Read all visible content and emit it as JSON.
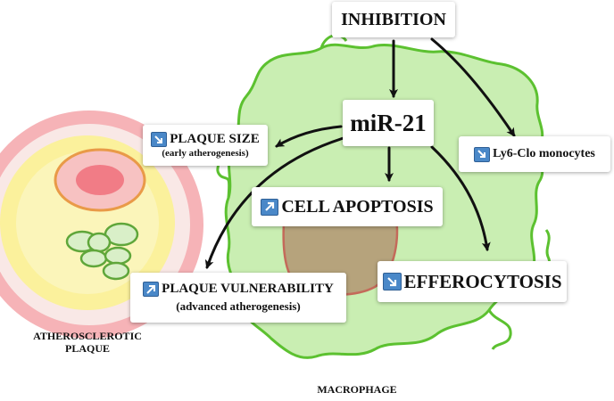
{
  "nodes": {
    "inhibition": {
      "label": "INHIBITION"
    },
    "mir21": {
      "label": "miR-21"
    },
    "plaque_size": {
      "indicator": "arrow-down-right-icon",
      "label": "PLAQUE SIZE",
      "sublabel": "(early atherogenesis)"
    },
    "ly6clo": {
      "indicator": "arrow-down-right-icon",
      "label": "Ly6-Clo monocytes"
    },
    "cell_apoptosis": {
      "indicator": "arrow-up-right-icon",
      "label": "CELL APOPTOSIS"
    },
    "efferocytosis": {
      "indicator": "arrow-down-right-icon",
      "label": "EFFEROCYTOSIS"
    },
    "plaque_vulnerability": {
      "indicator": "arrow-up-right-icon",
      "label": "PLAQUE VULNERABILITY",
      "sublabel": "(advanced atherogenesis)"
    }
  },
  "captions": {
    "plaque": {
      "line1": "ATHEROSCLEROTIC",
      "line2": "PLAQUE"
    },
    "macrophage": "MACROPHAGE"
  },
  "edges": [
    {
      "from": "inhibition",
      "to": "mir21"
    },
    {
      "from": "inhibition",
      "to": "ly6clo"
    },
    {
      "from": "mir21",
      "to": "plaque_size"
    },
    {
      "from": "mir21",
      "to": "cell_apoptosis"
    },
    {
      "from": "mir21",
      "to": "efferocytosis"
    },
    {
      "from": "mir21",
      "to": "plaque_vulnerability"
    }
  ],
  "colors": {
    "indicator_blue": "#4a88c8",
    "macrophage_fill": "#c9eeb2",
    "macrophage_outline": "#5cc130",
    "nucleus_fill": "#b6a37c",
    "nucleus_outline": "#c46a5a",
    "plaque_outer": "#f6b3b7",
    "plaque_core": "#fbf28e",
    "plaque_lumen": "#f17c86",
    "cells_fill": "#d9efc8",
    "cells_outline": "#5fa63a"
  }
}
